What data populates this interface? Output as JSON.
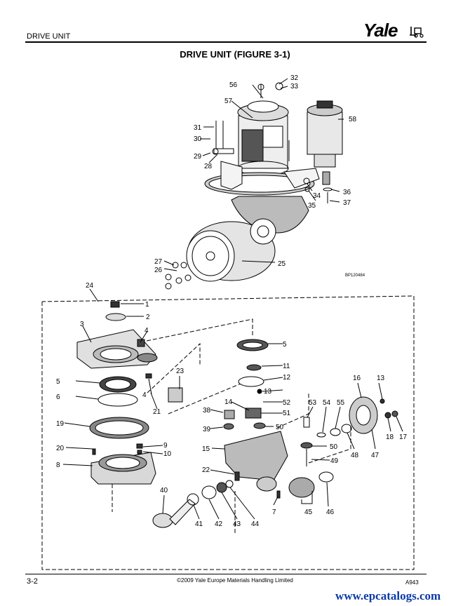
{
  "header": {
    "section": "DRIVE UNIT",
    "brand": "Yale"
  },
  "figure": {
    "title": "DRIVE UNIT (FIGURE 3-1)",
    "image_code": "BP120484",
    "top_callouts": [
      "32",
      "33",
      "56",
      "57",
      "58",
      "31",
      "30",
      "29",
      "28",
      "34",
      "35",
      "36",
      "37",
      "27",
      "26",
      "25"
    ],
    "bottom_callouts": [
      "24",
      "1",
      "2",
      "3",
      "4",
      "5",
      "6",
      "19",
      "20",
      "8",
      "9",
      "10",
      "4",
      "21",
      "23",
      "5",
      "11",
      "12",
      "13",
      "14",
      "52",
      "38",
      "51",
      "39",
      "50",
      "15",
      "53",
      "54",
      "55",
      "16",
      "13",
      "50",
      "49",
      "48",
      "47",
      "18",
      "17",
      "22",
      "7",
      "45",
      "46",
      "40",
      "41",
      "42",
      "43",
      "44"
    ]
  },
  "footer": {
    "page": "3-2",
    "copyright": "©2009 Yale Europe Materials Handling Limited",
    "code": "A943"
  },
  "watermark": "www.epcatalogs.com"
}
